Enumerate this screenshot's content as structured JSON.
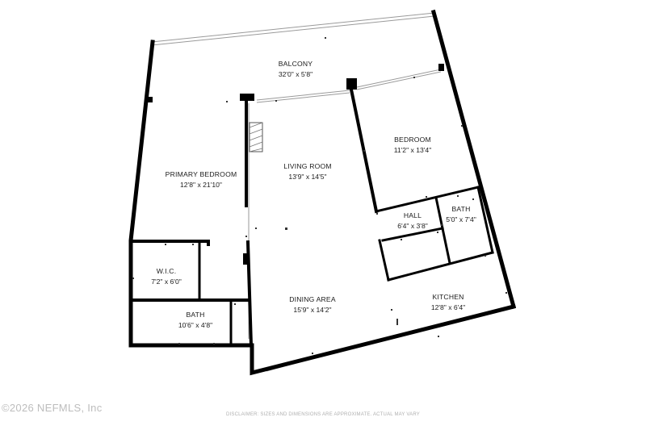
{
  "rooms": {
    "balcony": {
      "name": "BALCONY",
      "dims": "32'0\" x 5'8\""
    },
    "primary_bedroom": {
      "name": "PRIMARY BEDROOM",
      "dims": "12'8\" x 21'10\""
    },
    "living_room": {
      "name": "LIVING ROOM",
      "dims": "13'9\" x 14'5\""
    },
    "bedroom": {
      "name": "BEDROOM",
      "dims": "11'2\" x 13'4\""
    },
    "hall": {
      "name": "HALL",
      "dims": "6'4\" x 3'8\""
    },
    "bath_small": {
      "name": "BATH",
      "dims": "5'0\" x 7'4\""
    },
    "wic": {
      "name": "W.I.C.",
      "dims": "7'2\" x 6'0\""
    },
    "bath_primary": {
      "name": "BATH",
      "dims": "10'6\" x 4'8\""
    },
    "dining_area": {
      "name": "DINING AREA",
      "dims": "15'9\" x 14'2\""
    },
    "kitchen": {
      "name": "KITCHEN",
      "dims": "12'8\" x 6'4\""
    }
  },
  "watermark": "©2026 NEFMLS, Inc",
  "disclaimer": "DISCLAIMER: SIZES AND DIMENSIONS ARE APPROXIMATE. ACTUAL MAY VARY",
  "colors": {
    "walls": "#000000",
    "background": "#ffffff",
    "watermark": "#bdbdbd"
  }
}
